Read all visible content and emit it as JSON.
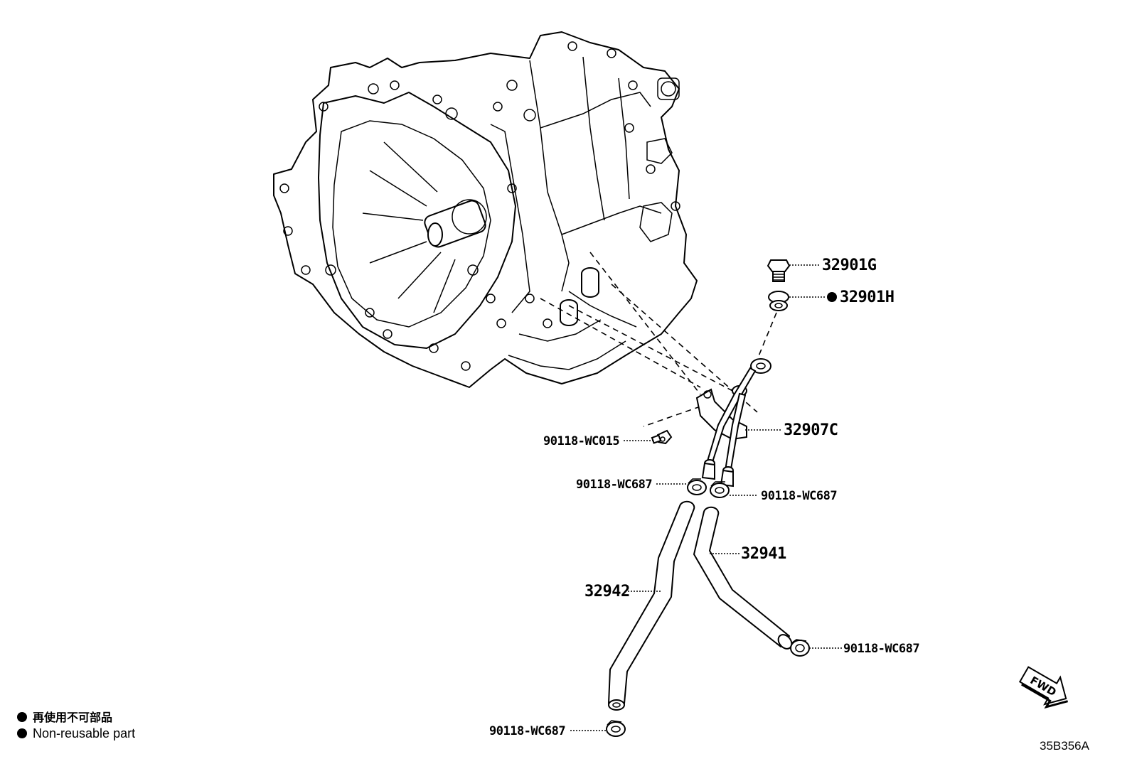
{
  "labels": {
    "p32901G": "32901G",
    "p32901H": "32901H",
    "p32907C": "32907C",
    "pWC015": "90118-WC015",
    "pWC687_a": "90118-WC687",
    "pWC687_b": "90118-WC687",
    "p32941": "32941",
    "p32942": "32942",
    "pWC687_c": "90118-WC687",
    "pWC687_d": "90118-WC687"
  },
  "legend": {
    "jp": "再使用不可部品",
    "en": "Non-reusable part"
  },
  "fwd": "FWD",
  "drawing_code": "35B356A",
  "colors": {
    "ink": "#000000",
    "paper": "#ffffff"
  }
}
